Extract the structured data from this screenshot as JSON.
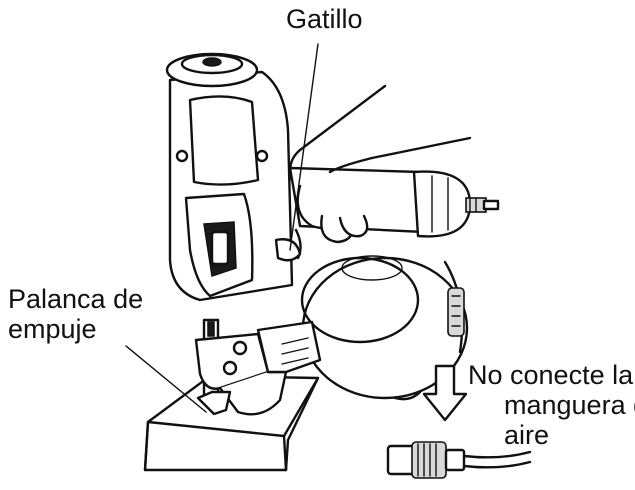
{
  "labels": {
    "trigger": "Gatillo",
    "push_lever_line1": "Palanca de",
    "push_lever_line2": "empuje",
    "hose_line1": "No conecte la",
    "hose_line2": "manguera de",
    "hose_line3": "aire"
  }
}
